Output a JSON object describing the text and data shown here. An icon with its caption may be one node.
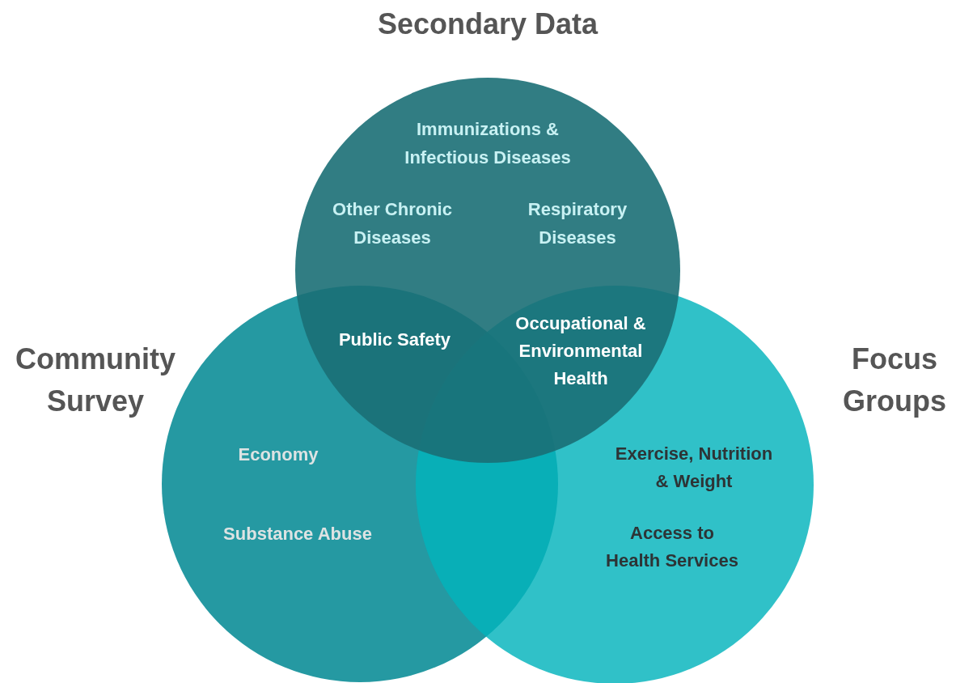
{
  "diagram": {
    "nodes": [
      {
        "text": [
          "Secondary Data"
        ]
      },
      {
        "text": [
          "Community Survey"
        ]
      },
      {
        "text": [
          "Focus Groups"
        ]
      }
    ],
    "labels": [
      "Immunizations & Infectious Diseases",
      "Other Chronic Diseases",
      "Respiratory Diseases",
      "Public Safety",
      "Occupational & Environmental Health",
      "Economy",
      "Exercise, Nutrition & Weight",
      "Substance Abuse",
      "Access to Health Services"
    ]
  }
}
